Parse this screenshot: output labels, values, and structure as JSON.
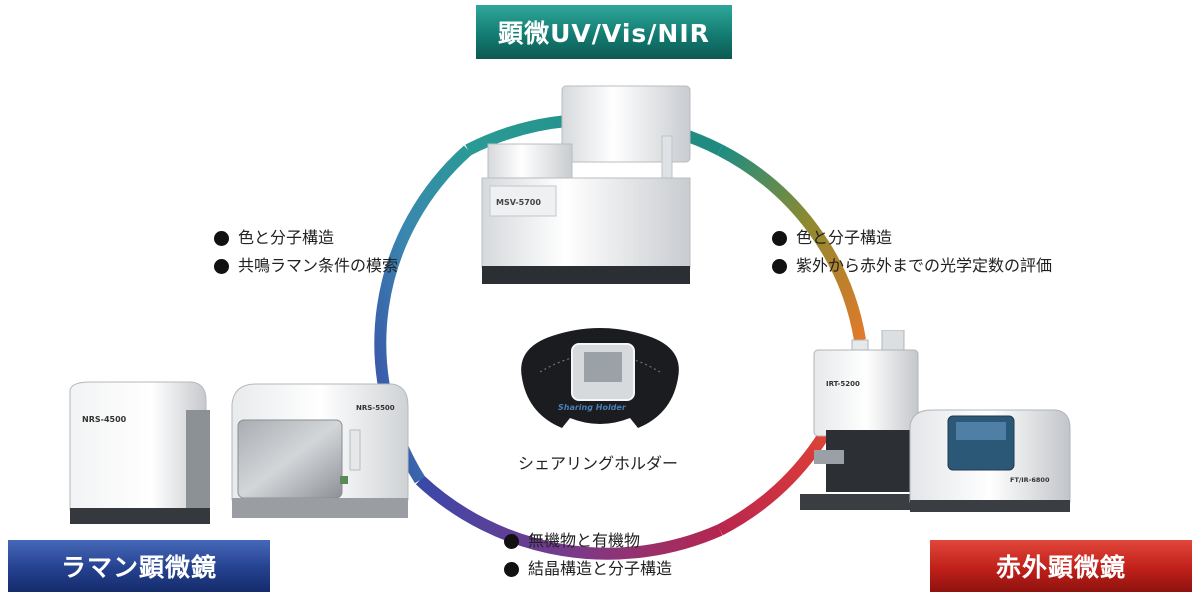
{
  "banners": {
    "top": "顕微UV/Vis/NIR",
    "left": "ラマン顕微鏡",
    "right": "赤外顕微鏡"
  },
  "lists": {
    "top_left": [
      "色と分子構造",
      "共鳴ラマン条件の模索"
    ],
    "top_right": [
      "色と分子構造",
      "紫外から赤外までの光学定数の評価"
    ],
    "bottom_center": [
      "無機物と有機物",
      "結晶構造と分子構造"
    ]
  },
  "instruments": {
    "uv": "MSV-5700",
    "raman_small": "NRS-4500",
    "raman_large": "NRS-5500",
    "ir_scope": "IRT-5200",
    "ir_main": "FT/IR-6800"
  },
  "holder": {
    "label": "Sharing Holder",
    "caption": "シェアリングホルダー"
  },
  "colors": {
    "top": "#137c72",
    "left": "#24418f",
    "right": "#c0201a"
  }
}
